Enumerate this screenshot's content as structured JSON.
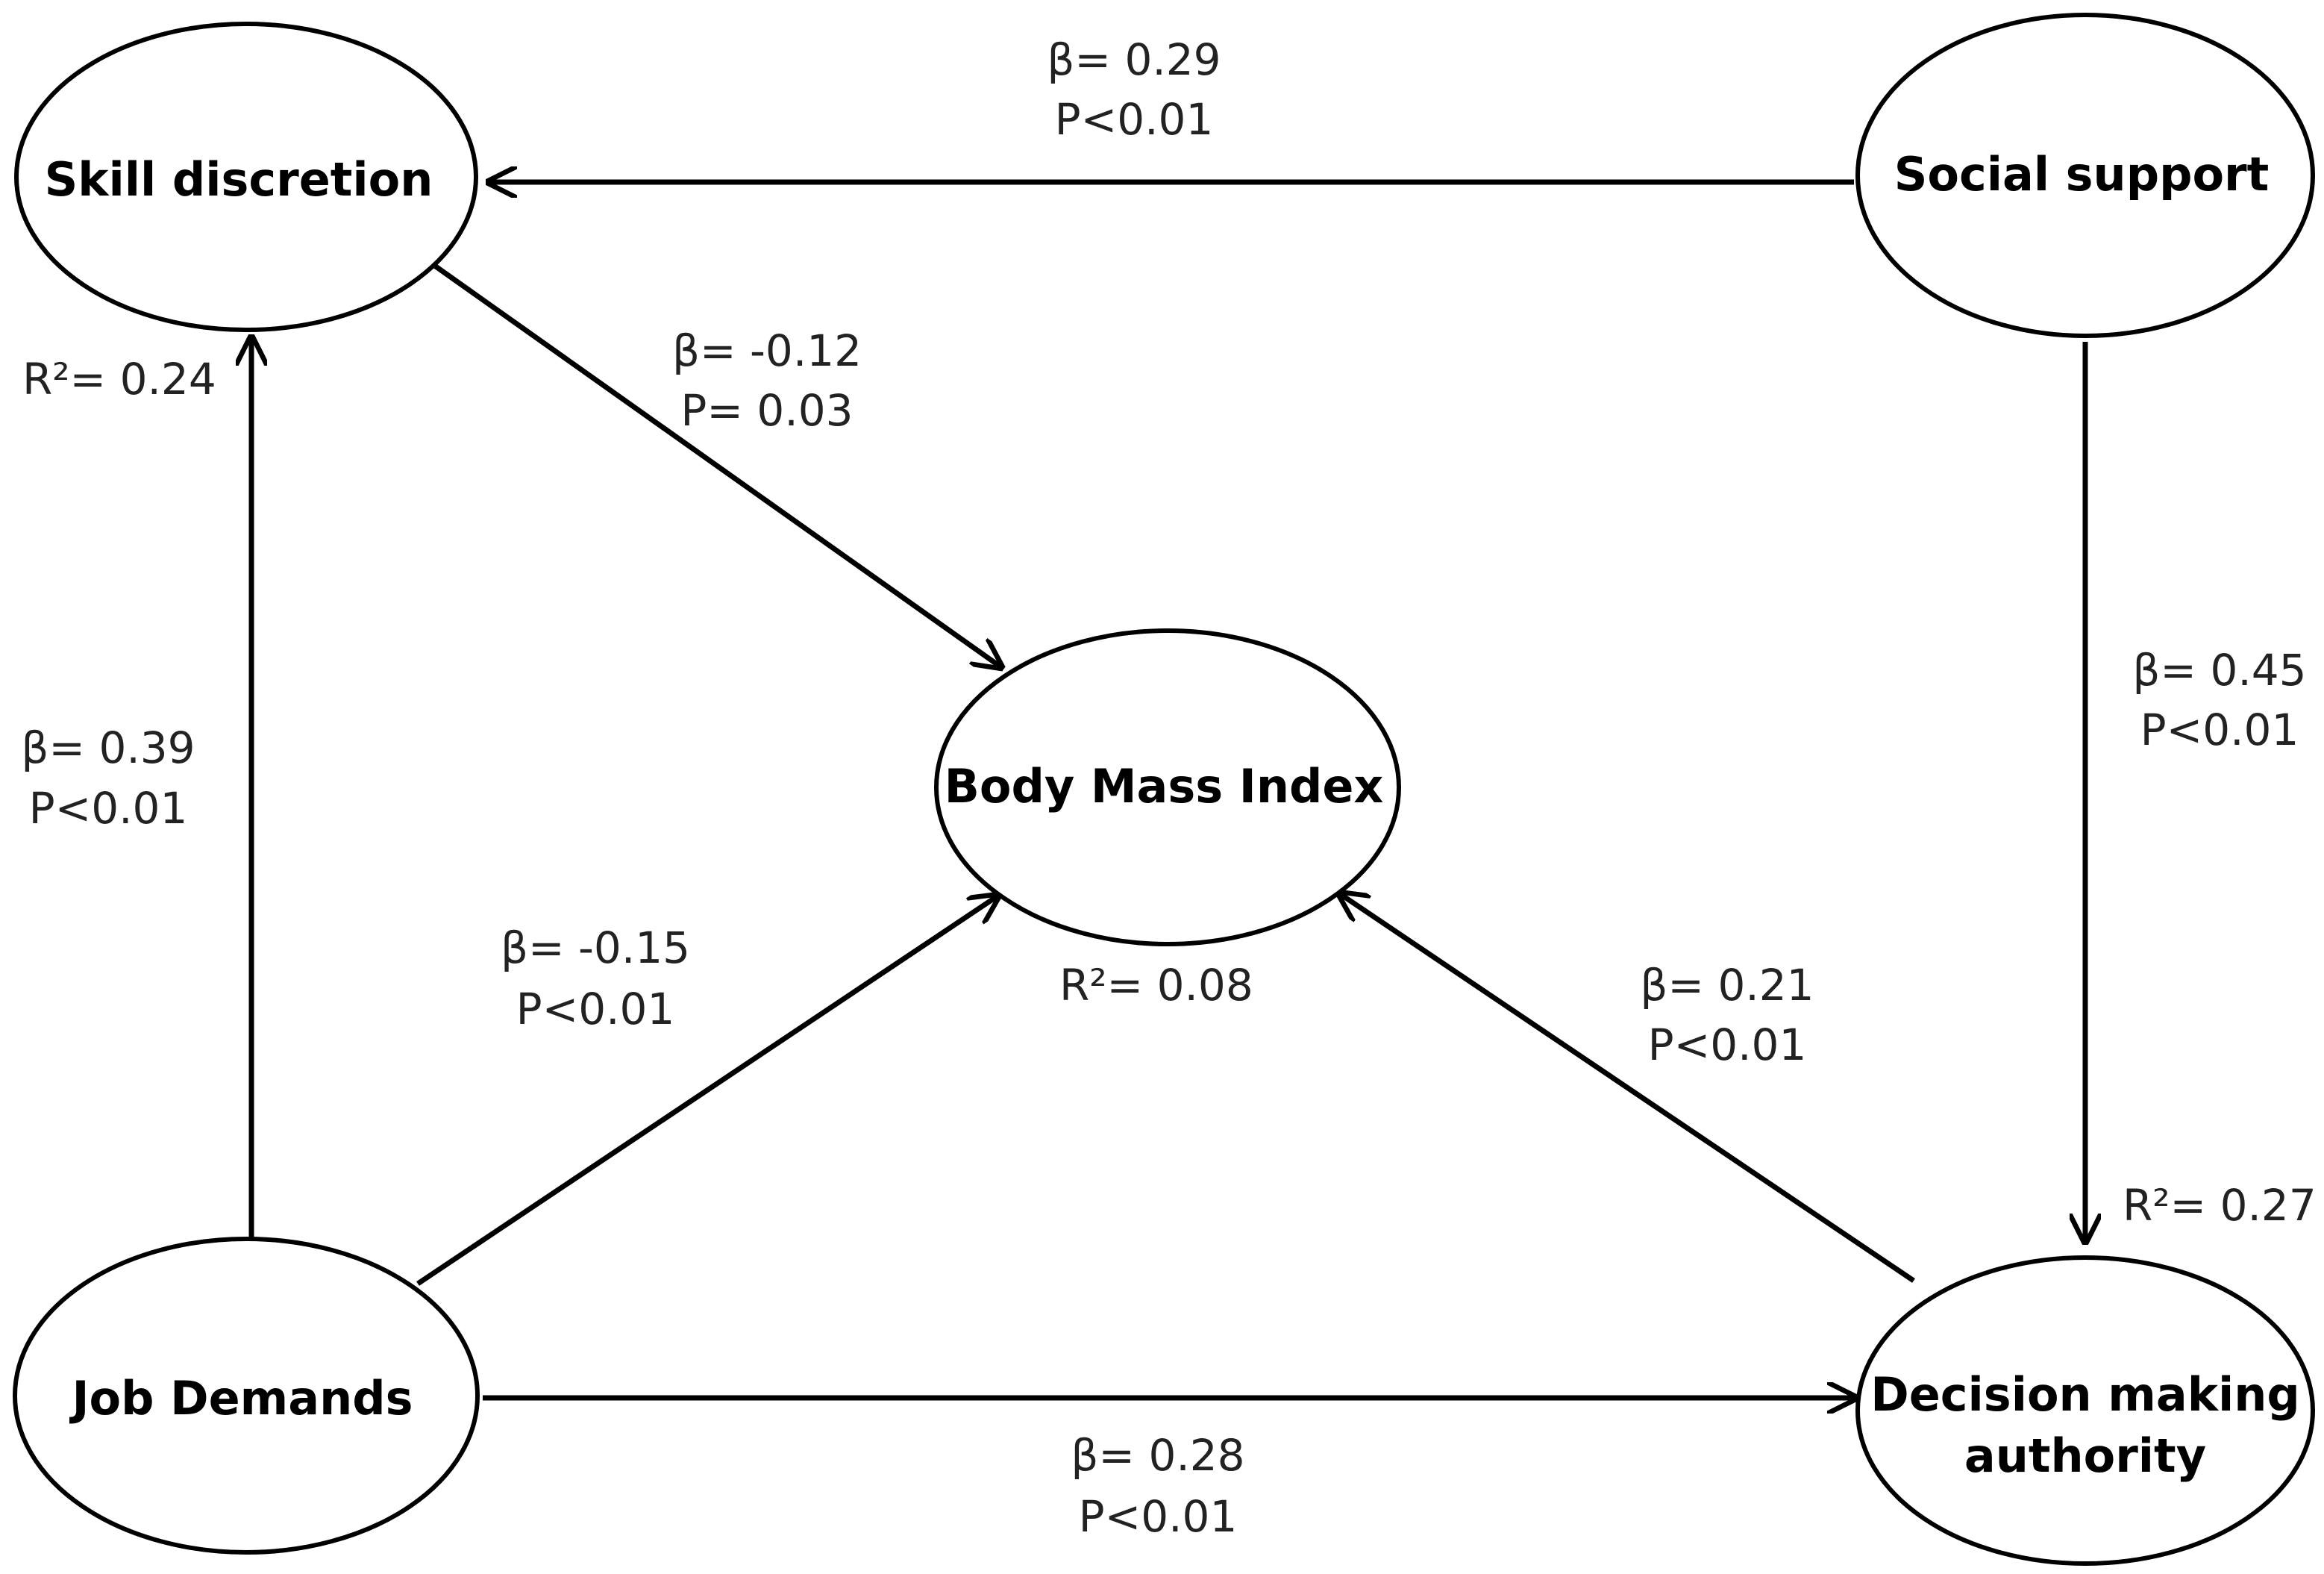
{
  "nodes": {
    "skill_discretion": "Skill discretion",
    "social_support": "Social support",
    "body_mass_index": "Body Mass Index",
    "job_demands": "Job Demands",
    "decision_making_line1": "Decision making",
    "decision_making_line2": "authority"
  },
  "r_squared": {
    "skill_discretion": "R²= 0.24",
    "body_mass_index": "R²= 0.08",
    "decision_making": "R²= 0.27"
  },
  "edges": {
    "social_to_skill": {
      "beta": "β= 0.29",
      "p": "P<0.01"
    },
    "skill_to_bmi": {
      "beta": "β= -0.12",
      "p": "P= 0.03"
    },
    "job_to_skill": {
      "beta": "β= 0.39",
      "p": "P<0.01"
    },
    "social_to_decision": {
      "beta": "β= 0.45",
      "p": "P<0.01"
    },
    "job_to_bmi": {
      "beta": "β= -0.15",
      "p": "P<0.01"
    },
    "decision_to_bmi": {
      "beta": "β= 0.21",
      "p": "P<0.01"
    },
    "job_to_decision": {
      "beta": "β= 0.28",
      "p": "P<0.01"
    }
  }
}
